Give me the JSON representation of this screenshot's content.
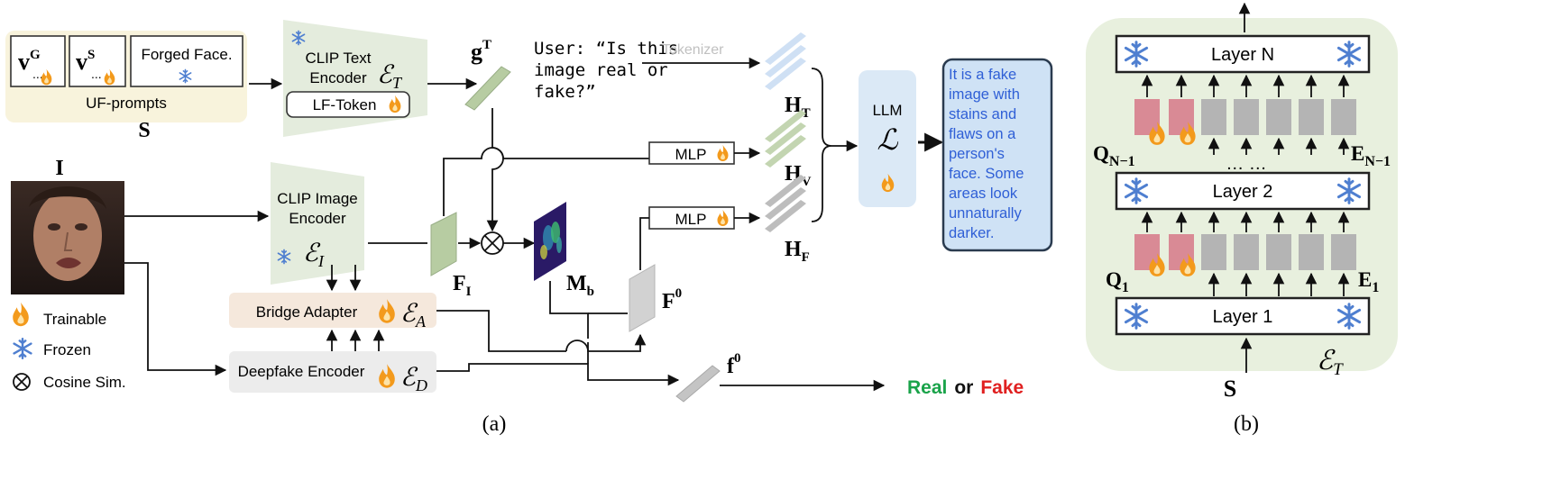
{
  "panel_a": {
    "caption": "(a)",
    "prompts": {
      "group_label": "UF-prompts",
      "group_symbol": "S",
      "vg_base": "v",
      "vg_sup": "G",
      "vg_dots": "...",
      "vs_base": "v",
      "vs_sup": "S",
      "vs_dots": "...",
      "forged_face": "Forged Face."
    },
    "text_encoder": {
      "title1": "CLIP Text",
      "title2": "Encoder",
      "symbol": "ℰ",
      "sub": "T",
      "lf_token": "LF-Token"
    },
    "g_base": "g",
    "g_sup": "T",
    "user_query": [
      "User: “Is this",
      "image real or",
      "fake?”"
    ],
    "tokenizer": "Tokenizer",
    "input_image_label": "I",
    "image_encoder": {
      "title1": "CLIP Image",
      "title2": "Encoder",
      "symbol": "ℰ",
      "sub": "I"
    },
    "f_i_base": "F",
    "f_i_sub": "I",
    "m_b_base": "M",
    "m_b_sub": "b",
    "mlp_1": "MLP",
    "mlp_2": "MLP",
    "h_t_base": "H",
    "h_t_sub": "T",
    "h_v_base": "H",
    "h_v_sub": "V",
    "h_f_base": "H",
    "h_f_sub": "F",
    "llm": {
      "label": "LLM",
      "symbol": "ℒ"
    },
    "output_text": [
      "It is a fake",
      "image with",
      "stains and",
      "flaws on a",
      "person's",
      "face. Some",
      "areas look",
      "unnaturally",
      "darker."
    ],
    "bridge_adapter": {
      "label": "Bridge Adapter",
      "symbol": "ℰ",
      "sub": "A"
    },
    "deepfake_encoder": {
      "label": "Deepfake Encoder",
      "symbol": "ℰ",
      "sub": "D"
    },
    "f0_base": "F",
    "f0_sup": "0",
    "f0_small_base": "f",
    "f0_small_sup": "0",
    "result": {
      "real": "Real",
      "or": "or",
      "fake": "Fake"
    },
    "legend": {
      "trainable": "Trainable",
      "frozen": "Frozen",
      "cosine": "Cosine Sim."
    }
  },
  "panel_b": {
    "caption": "(b)",
    "layer_n": "Layer N",
    "layer_2": "Layer 2",
    "layer_1": "Layer 1",
    "dots": "… …",
    "q_top_base": "Q",
    "q_top_sub": "N−1",
    "e_top_base": "E",
    "e_top_sub": "N−1",
    "q_bot_base": "Q",
    "q_bot_sub": "1",
    "e_bot_base": "E",
    "e_bot_sub": "1",
    "input_symbol": "S",
    "encoder_symbol": "ℰ",
    "encoder_sub": "T"
  },
  "colors": {
    "prompt_bg": "#f8f3dc",
    "encoder_fill": "#e4ecdd",
    "adapter_fill": "#f5e8dc",
    "deepfake_fill": "#ececec",
    "llm_fill": "#dbe9f6",
    "output_fill": "#cfe2f5",
    "output_text": "#2f5fd6",
    "trainable_token": "#d98a95",
    "frozen_token": "#b4b4b4",
    "panel_b_bg": "#e8f0de",
    "real": "#1aa34a",
    "fake": "#e02020",
    "flame": "#f39a1c",
    "snow": "#4f7fd0"
  }
}
